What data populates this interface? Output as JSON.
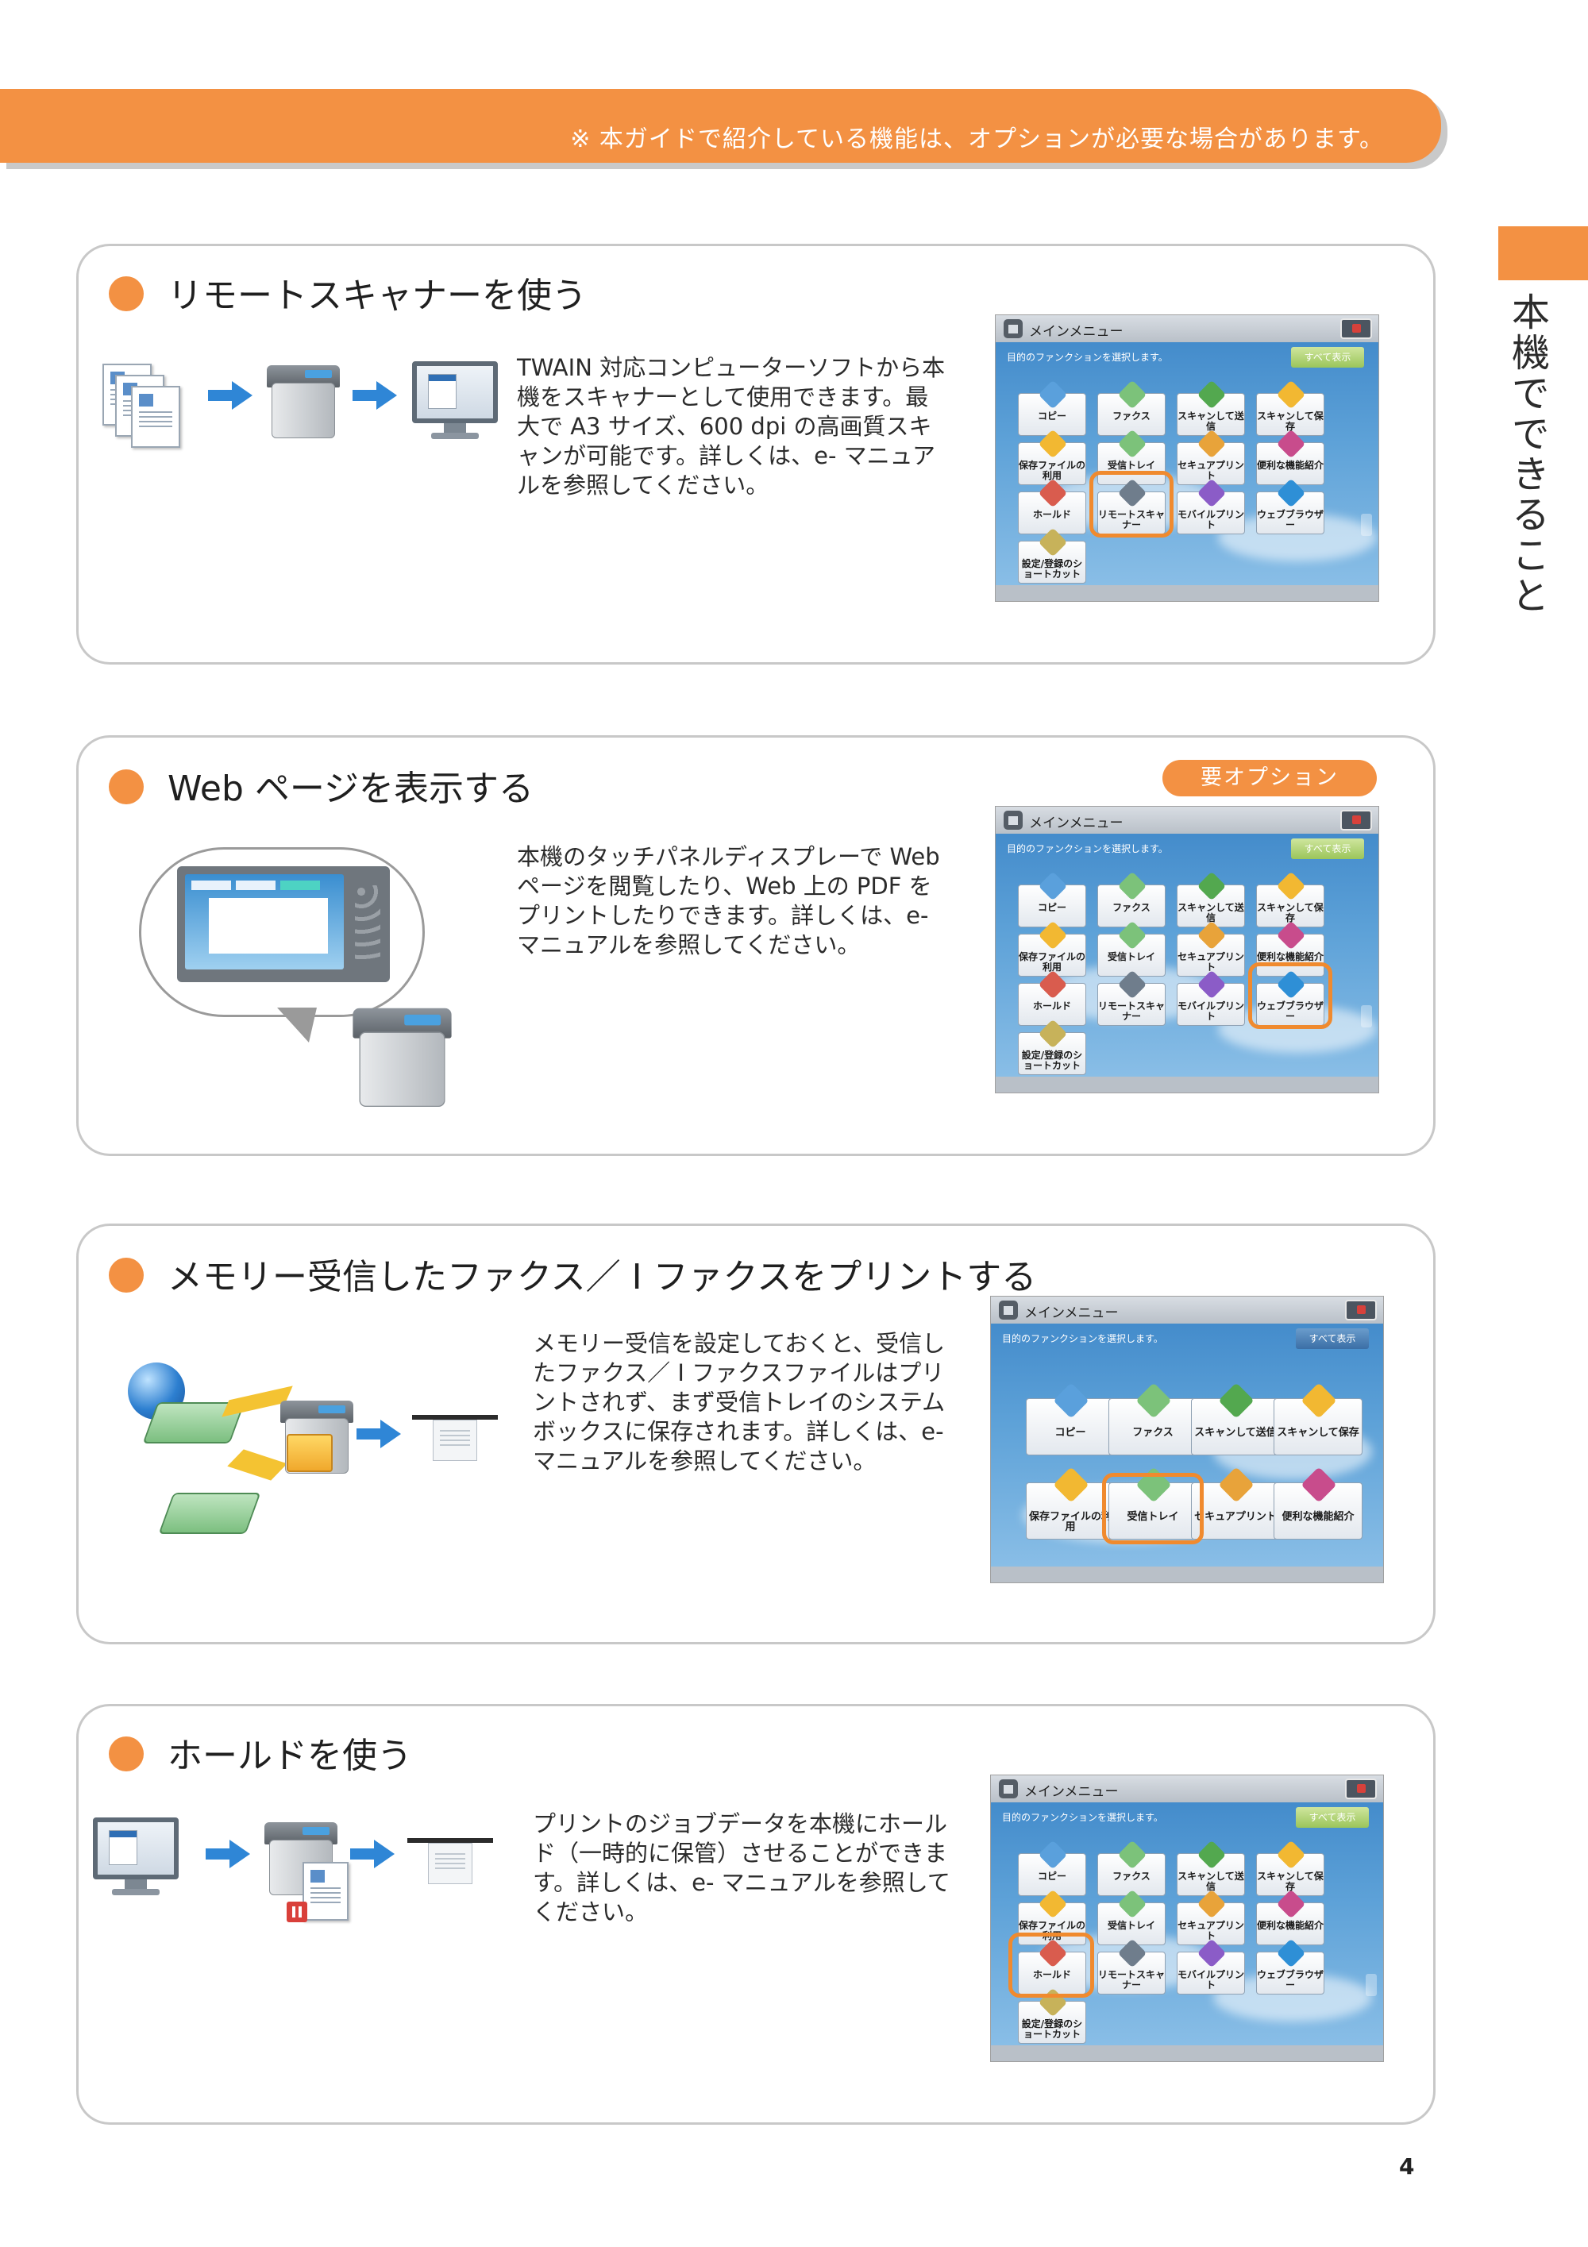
{
  "banner": {
    "note": "※ 本ガイドで紹介している機能は、オプションが必要な場合があります。"
  },
  "side": {
    "label": "本機でできること"
  },
  "page_number": "4",
  "sections": [
    {
      "title": "リモートスキャナーを使う",
      "description": "TWAIN 対応コンピューターソフトから本機をスキャナーとして使用できます。最大で A3 サイズ、600 dpi の高画質スキャンが可能です。詳しくは、e- マニュアルを参照してください。"
    },
    {
      "title": "Web ページを表示する",
      "badge": "要オプション",
      "description": "本機のタッチパネルディスプレーで Web ページを閲覧したり、Web 上の PDF をプリントしたりできます。詳しくは、e- マニュアルを参照してください。"
    },
    {
      "title": "メモリー受信したファクス／ I ファクスをプリントする",
      "description": "メモリー受信を設定しておくと、受信したファクス／ I ファクスファイルはプリントされず、まず受信トレイのシステムボックスに保存されます。詳しくは、e- マニュアルを参照してください。"
    },
    {
      "title": "ホールドを使う",
      "description": "プリントのジョブデータを本機にホールド（一時的に保管）させることができます。詳しくは、e- マニュアルを参照してください。"
    }
  ],
  "menu_screen": {
    "title": "メインメニュー",
    "subtitle": "目的のファンクションを選択します。",
    "show_all": "すべて表示",
    "buttons": {
      "copy": "コピー",
      "fax": "ファクス",
      "scan_send": "スキャンして送信",
      "scan_save": "スキャンして保存",
      "use_stored": "保存ファイルの利用",
      "inbox": "受信トレイ",
      "secure_print": "セキュアプリント",
      "convenient": "便利な機能紹介",
      "hold": "ホールド",
      "remote_scanner": "リモートスキャナー",
      "mobile_print": "モバイルプリント",
      "web_browser": "ウェブブラウザー",
      "shortcut": "設定/登録のショートカット"
    }
  },
  "colors": {
    "accent": "#f39143",
    "highlight": "#f08a2e",
    "arrow": "#2f86d6"
  }
}
